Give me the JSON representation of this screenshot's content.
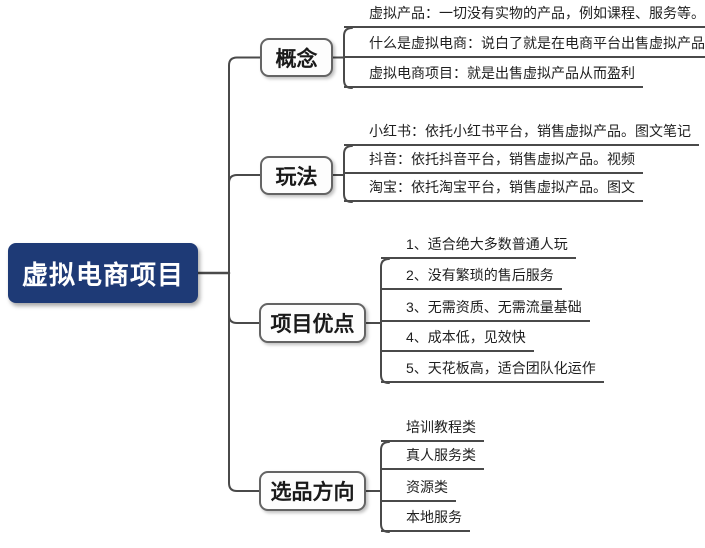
{
  "root": {
    "label": "虚拟电商项目"
  },
  "branches": [
    {
      "label": "概念",
      "leaves": [
        "虚拟产品：一切没有实物的产品，例如课程、服务等。",
        "什么是虚拟电商：说白了就是在电商平台出售虚拟产品",
        "虚拟电商项目：就是出售虚拟产品从而盈利"
      ]
    },
    {
      "label": "玩法",
      "leaves": [
        "小红书：依托小红书平台，销售虚拟产品。图文笔记",
        "抖音：依托抖音平台，销售虚拟产品。视频",
        "淘宝：依托淘宝平台，销售虚拟产品。图文"
      ]
    },
    {
      "label": "项目优点",
      "leaves": [
        "1、适合绝大多数普通人玩",
        "2、没有繁琐的售后服务",
        "3、无需资质、无需流量基础",
        "4、成本低，见效快",
        "5、天花板高，适合团队化运作"
      ]
    },
    {
      "label": "选品方向",
      "leaves": [
        "培训教程类",
        "真人服务类",
        "资源类",
        "本地服务"
      ]
    }
  ],
  "colors": {
    "root_bg": "#1e3a76",
    "root_text": "#ffffff",
    "line": "#4a4a4a",
    "node_border": "#646464",
    "node_bg": "#fdfdfd",
    "leaf_text": "#1f1f1f",
    "canvas_bg": "#ffffff"
  }
}
